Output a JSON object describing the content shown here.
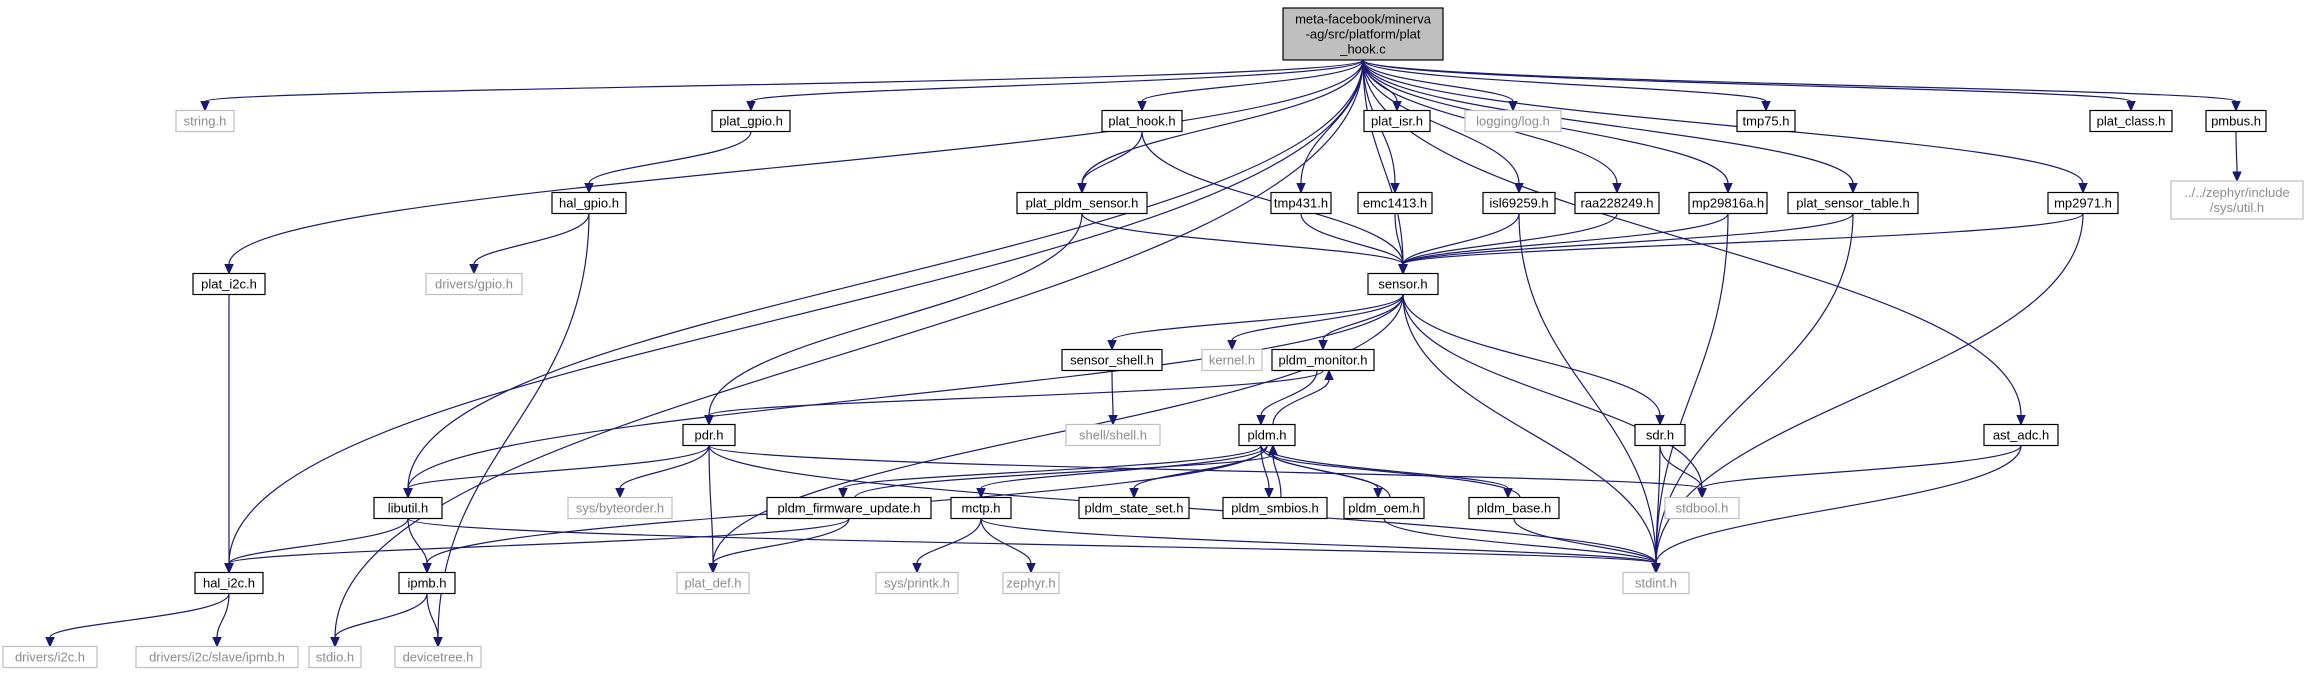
{
  "page": {
    "title": "meta-facebook/minerva-ag/src/platform/plat_hook.c",
    "colors": {
      "edge": "#191970",
      "root_fill": "#bfbfbf",
      "external_border": "#bfbfbf",
      "external_text": "#8c8c8c"
    }
  },
  "nodes": {
    "root": {
      "lines": [
        "meta-facebook/minerva",
        "-ag/src/platform/plat",
        "_hook.c"
      ],
      "kind": "root"
    },
    "string_h": {
      "lines": [
        "string.h"
      ],
      "kind": "ext"
    },
    "plat_gpio_h": {
      "lines": [
        "plat_gpio.h"
      ],
      "kind": "doc"
    },
    "plat_hook_h": {
      "lines": [
        "plat_hook.h"
      ],
      "kind": "doc"
    },
    "plat_isr_h": {
      "lines": [
        "plat_isr.h"
      ],
      "kind": "doc"
    },
    "logging_log_h": {
      "lines": [
        "logging/log.h"
      ],
      "kind": "ext"
    },
    "tmp75_h": {
      "lines": [
        "tmp75.h"
      ],
      "kind": "doc"
    },
    "plat_class_h": {
      "lines": [
        "plat_class.h"
      ],
      "kind": "doc"
    },
    "pmbus_h": {
      "lines": [
        "pmbus.h"
      ],
      "kind": "doc"
    },
    "zephyr_util_h": {
      "lines": [
        "../../zephyr/include",
        "/sys/util.h"
      ],
      "kind": "ext"
    },
    "hal_gpio_h": {
      "lines": [
        "hal_gpio.h"
      ],
      "kind": "doc"
    },
    "plat_pldm_sensor_h": {
      "lines": [
        "plat_pldm_sensor.h"
      ],
      "kind": "doc"
    },
    "tmp431_h": {
      "lines": [
        "tmp431.h"
      ],
      "kind": "doc"
    },
    "emc1413_h": {
      "lines": [
        "emc1413.h"
      ],
      "kind": "doc"
    },
    "isl69259_h": {
      "lines": [
        "isl69259.h"
      ],
      "kind": "doc"
    },
    "raa228249_h": {
      "lines": [
        "raa228249.h"
      ],
      "kind": "doc"
    },
    "mp29816a_h": {
      "lines": [
        "mp29816a.h"
      ],
      "kind": "doc"
    },
    "plat_sensor_table_h": {
      "lines": [
        "plat_sensor_table.h"
      ],
      "kind": "doc"
    },
    "mp2971_h": {
      "lines": [
        "mp2971.h"
      ],
      "kind": "doc"
    },
    "plat_i2c_h": {
      "lines": [
        "plat_i2c.h"
      ],
      "kind": "doc"
    },
    "drivers_gpio_h": {
      "lines": [
        "drivers/gpio.h"
      ],
      "kind": "ext"
    },
    "sensor_h": {
      "lines": [
        "sensor.h"
      ],
      "kind": "doc"
    },
    "sensor_shell_h": {
      "lines": [
        "sensor_shell.h"
      ],
      "kind": "doc"
    },
    "kernel_h": {
      "lines": [
        "kernel.h"
      ],
      "kind": "ext"
    },
    "pldm_monitor_h": {
      "lines": [
        "pldm_monitor.h"
      ],
      "kind": "doc"
    },
    "shell_shell_h": {
      "lines": [
        "shell/shell.h"
      ],
      "kind": "ext"
    },
    "pdr_h": {
      "lines": [
        "pdr.h"
      ],
      "kind": "doc"
    },
    "pldm_h": {
      "lines": [
        "pldm.h"
      ],
      "kind": "doc"
    },
    "sdr_h": {
      "lines": [
        "sdr.h"
      ],
      "kind": "doc"
    },
    "ast_adc_h": {
      "lines": [
        "ast_adc.h"
      ],
      "kind": "doc"
    },
    "libutil_h": {
      "lines": [
        "libutil.h"
      ],
      "kind": "doc"
    },
    "sys_byteorder_h": {
      "lines": [
        "sys/byteorder.h"
      ],
      "kind": "ext"
    },
    "pldm_firmware_update_h": {
      "lines": [
        "pldm_firmware_update.h"
      ],
      "kind": "doc"
    },
    "mctp_h": {
      "lines": [
        "mctp.h"
      ],
      "kind": "doc"
    },
    "pldm_state_set_h": {
      "lines": [
        "pldm_state_set.h"
      ],
      "kind": "doc"
    },
    "pldm_smbios_h": {
      "lines": [
        "pldm_smbios.h"
      ],
      "kind": "doc"
    },
    "pldm_oem_h": {
      "lines": [
        "pldm_oem.h"
      ],
      "kind": "doc"
    },
    "pldm_base_h": {
      "lines": [
        "pldm_base.h"
      ],
      "kind": "doc"
    },
    "stdbool_h": {
      "lines": [
        "stdbool.h"
      ],
      "kind": "ext"
    },
    "hal_i2c_h": {
      "lines": [
        "hal_i2c.h"
      ],
      "kind": "doc"
    },
    "ipmb_h": {
      "lines": [
        "ipmb.h"
      ],
      "kind": "doc"
    },
    "plat_def_h": {
      "lines": [
        "plat_def.h"
      ],
      "kind": "ext"
    },
    "sys_printk_h": {
      "lines": [
        "sys/printk.h"
      ],
      "kind": "ext"
    },
    "zephyr_h": {
      "lines": [
        "zephyr.h"
      ],
      "kind": "ext"
    },
    "stdint_h": {
      "lines": [
        "stdint.h"
      ],
      "kind": "ext"
    },
    "drivers_i2c_h": {
      "lines": [
        "drivers/i2c.h"
      ],
      "kind": "ext"
    },
    "drivers_i2c_slave_ipmb_h": {
      "lines": [
        "drivers/i2c/slave/ipmb.h"
      ],
      "kind": "ext"
    },
    "stdio_h": {
      "lines": [
        "stdio.h"
      ],
      "kind": "ext"
    },
    "devicetree_h": {
      "lines": [
        "devicetree.h"
      ],
      "kind": "ext"
    }
  },
  "edges": [
    [
      "root",
      "string_h"
    ],
    [
      "root",
      "plat_gpio_h"
    ],
    [
      "root",
      "plat_hook_h"
    ],
    [
      "root",
      "plat_isr_h"
    ],
    [
      "root",
      "logging_log_h"
    ],
    [
      "root",
      "tmp75_h"
    ],
    [
      "root",
      "plat_class_h"
    ],
    [
      "root",
      "pmbus_h"
    ],
    [
      "root",
      "plat_pldm_sensor_h"
    ],
    [
      "root",
      "tmp431_h"
    ],
    [
      "root",
      "emc1413_h"
    ],
    [
      "root",
      "isl69259_h"
    ],
    [
      "root",
      "raa228249_h"
    ],
    [
      "root",
      "mp29816a_h"
    ],
    [
      "root",
      "plat_sensor_table_h"
    ],
    [
      "root",
      "mp2971_h"
    ],
    [
      "root",
      "sensor_h"
    ],
    [
      "root",
      "plat_i2c_h"
    ],
    [
      "root",
      "hal_i2c_h"
    ],
    [
      "root",
      "libutil_h"
    ],
    [
      "root",
      "stdio_h"
    ],
    [
      "root",
      "ast_adc_h"
    ],
    [
      "pmbus_h",
      "zephyr_util_h"
    ],
    [
      "plat_gpio_h",
      "hal_gpio_h"
    ],
    [
      "hal_gpio_h",
      "drivers_gpio_h"
    ],
    [
      "hal_gpio_h",
      "devicetree_h"
    ],
    [
      "plat_hook_h",
      "plat_pldm_sensor_h"
    ],
    [
      "plat_hook_h",
      "sensor_h"
    ],
    [
      "plat_pldm_sensor_h",
      "sensor_h"
    ],
    [
      "plat_pldm_sensor_h",
      "pdr_h"
    ],
    [
      "tmp431_h",
      "sensor_h"
    ],
    [
      "emc1413_h",
      "sensor_h"
    ],
    [
      "isl69259_h",
      "sensor_h"
    ],
    [
      "isl69259_h",
      "stdint_h"
    ],
    [
      "raa228249_h",
      "sensor_h"
    ],
    [
      "mp29816a_h",
      "sensor_h"
    ],
    [
      "mp29816a_h",
      "stdint_h"
    ],
    [
      "plat_sensor_table_h",
      "sensor_h"
    ],
    [
      "plat_sensor_table_h",
      "stdint_h"
    ],
    [
      "mp2971_h",
      "sensor_h"
    ],
    [
      "mp2971_h",
      "stdint_h"
    ],
    [
      "plat_i2c_h",
      "hal_i2c_h"
    ],
    [
      "sensor_h",
      "sensor_shell_h"
    ],
    [
      "sensor_h",
      "kernel_h"
    ],
    [
      "sensor_h",
      "pldm_monitor_h"
    ],
    [
      "sensor_h",
      "sdr_h"
    ],
    [
      "sensor_h",
      "stdbool_h"
    ],
    [
      "sensor_h",
      "libutil_h"
    ],
    [
      "sensor_h",
      "plat_def_h"
    ],
    [
      "sensor_h",
      "stdint_h"
    ],
    [
      "sensor_shell_h",
      "shell_shell_h"
    ],
    [
      "pldm_monitor_h",
      "pdr_h"
    ],
    [
      "pldm_monitor_h",
      "pldm_h"
    ],
    [
      "pdr_h",
      "libutil_h"
    ],
    [
      "pdr_h",
      "sys_byteorder_h"
    ],
    [
      "pdr_h",
      "plat_def_h"
    ],
    [
      "pdr_h",
      "stdbool_h"
    ],
    [
      "pdr_h",
      "stdint_h"
    ],
    [
      "pldm_h",
      "pldm_monitor_h"
    ],
    [
      "pldm_h",
      "ipmb_h"
    ],
    [
      "pldm_h",
      "pldm_firmware_update_h"
    ],
    [
      "pldm_h",
      "mctp_h"
    ],
    [
      "pldm_h",
      "pldm_state_set_h"
    ],
    [
      "pldm_h",
      "pldm_smbios_h"
    ],
    [
      "pldm_h",
      "pldm_oem_h"
    ],
    [
      "pldm_h",
      "pldm_base_h"
    ],
    [
      "pldm_firmware_update_h",
      "pldm_h"
    ],
    [
      "pldm_firmware_update_h",
      "hal_i2c_h"
    ],
    [
      "pldm_firmware_update_h",
      "plat_def_h"
    ],
    [
      "pldm_smbios_h",
      "pldm_h"
    ],
    [
      "pldm_oem_h",
      "pldm_h"
    ],
    [
      "pldm_oem_h",
      "stdint_h"
    ],
    [
      "pldm_base_h",
      "pldm_h"
    ],
    [
      "pldm_base_h",
      "stdint_h"
    ],
    [
      "mctp_h",
      "sys_printk_h"
    ],
    [
      "mctp_h",
      "zephyr_h"
    ],
    [
      "mctp_h",
      "stdint_h"
    ],
    [
      "sdr_h",
      "stdbool_h"
    ],
    [
      "sdr_h",
      "stdint_h"
    ],
    [
      "ast_adc_h",
      "stdbool_h"
    ],
    [
      "ast_adc_h",
      "stdint_h"
    ],
    [
      "libutil_h",
      "hal_i2c_h"
    ],
    [
      "libutil_h",
      "ipmb_h"
    ],
    [
      "libutil_h",
      "stdint_h"
    ],
    [
      "ipmb_h",
      "stdio_h"
    ],
    [
      "ipmb_h",
      "devicetree_h"
    ],
    [
      "hal_i2c_h",
      "drivers_i2c_h"
    ],
    [
      "hal_i2c_h",
      "drivers_i2c_slave_ipmb_h"
    ]
  ]
}
